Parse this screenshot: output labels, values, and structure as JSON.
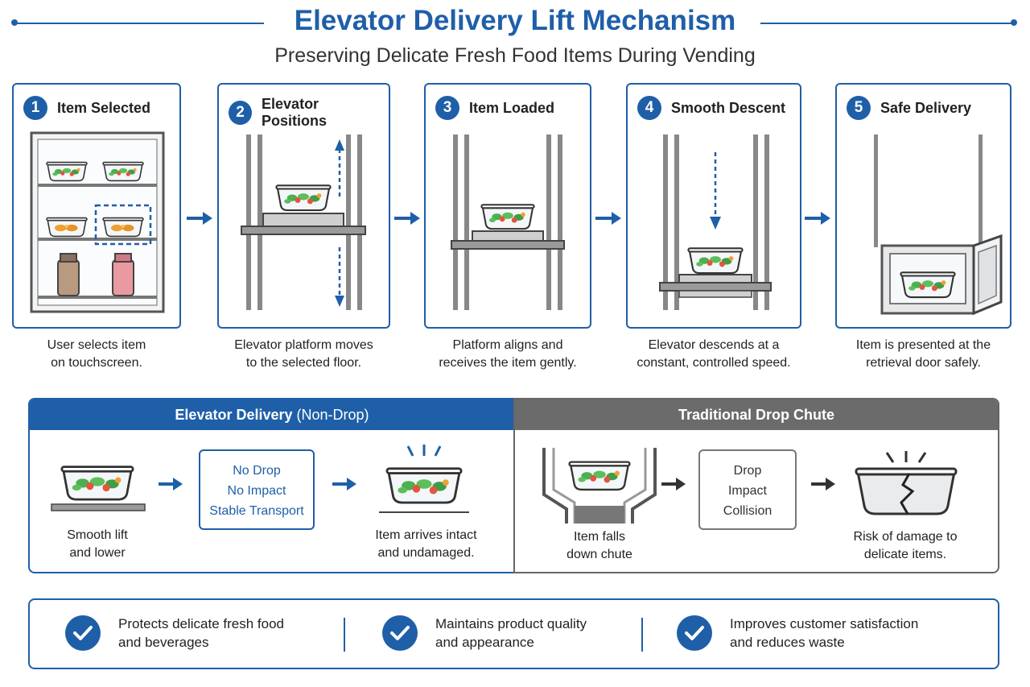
{
  "header": {
    "title": "Elevator Delivery Lift Mechanism",
    "subtitle": "Preserving Delicate Fresh Food Items During Vending"
  },
  "steps": [
    {
      "number": "1",
      "title": "Item Selected",
      "caption_line1": "User selects item",
      "caption_line2": "on touchscreen."
    },
    {
      "number": "2",
      "title": "Elevator Positions",
      "caption_line1": "Elevator platform moves",
      "caption_line2": "to the selected floor."
    },
    {
      "number": "3",
      "title": "Item Loaded",
      "caption_line1": "Platform aligns and",
      "caption_line2": "receives the item gently."
    },
    {
      "number": "4",
      "title": "Smooth Descent",
      "caption_line1": "Elevator descends at a",
      "caption_line2": "constant, controlled speed."
    },
    {
      "number": "5",
      "title": "Safe Delivery",
      "caption_line1": "Item is presented at the",
      "caption_line2": "retrieval door safely."
    }
  ],
  "comparison": {
    "elevator": {
      "heading": "Elevator Delivery",
      "heading_suffix": "(Non-Drop)",
      "left_caption_line1": "Smooth lift",
      "left_caption_line2": "and lower",
      "box_lines": [
        "No Drop",
        "No Impact",
        "Stable Transport"
      ],
      "right_caption_line1": "Item arrives intact",
      "right_caption_line2": "and undamaged."
    },
    "chute": {
      "heading": "Traditional Drop Chute",
      "left_caption_line1": "Item falls",
      "left_caption_line2": "down chute",
      "box_lines": [
        "Drop",
        "Impact",
        "Collision"
      ],
      "right_caption_line1": "Risk of damage to",
      "right_caption_line2": "delicate items."
    }
  },
  "benefits": [
    {
      "line1": "Protects delicate fresh food",
      "line2": "and beverages"
    },
    {
      "line1": "Maintains product quality",
      "line2": "and appearance"
    },
    {
      "line1": "Improves customer satisfaction",
      "line2": "and reduces waste"
    }
  ],
  "colors": {
    "accent": "#1f5fa8",
    "grey_header": "#6b6b6b",
    "salad_green": "#4caf50",
    "salad_red": "#e2553f"
  }
}
